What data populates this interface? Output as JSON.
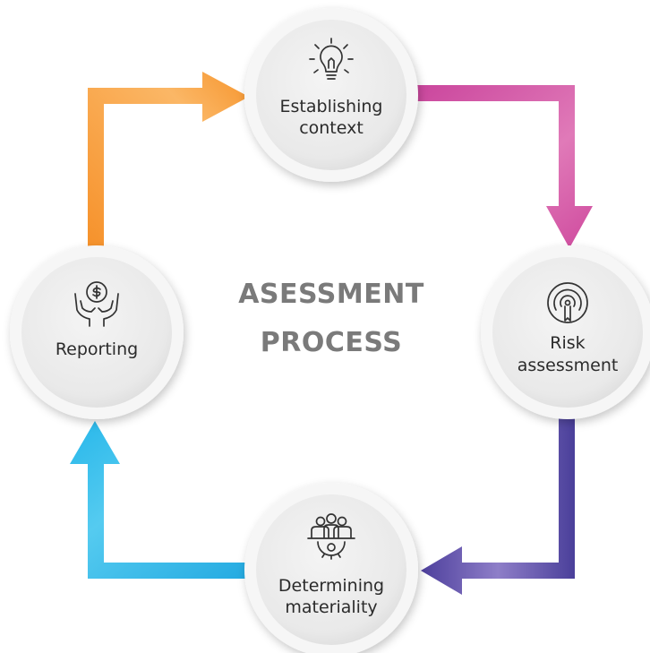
{
  "title": {
    "line1": "ASESSMENT",
    "line2": "PROCESS"
  },
  "nodes": {
    "establishing": {
      "line1": "Establishing",
      "line2": "context",
      "icon": "lightbulb-icon"
    },
    "risk": {
      "line1": "Risk",
      "line2": "assessment",
      "icon": "target-icon"
    },
    "materiality": {
      "line1": "Determining",
      "line2": "materiality",
      "icon": "team-gear-icon"
    },
    "reporting": {
      "line1": "Reporting",
      "icon": "hands-dollar-icon"
    }
  },
  "colors": {
    "top_right_arrow": "#d24a9c",
    "right_arrow": "#5a4da0",
    "bottom_left_arrow": "#2bbbe8",
    "top_left_arrow": "#f7962a",
    "title": "#7a7a7a",
    "node_fill": "#ececec"
  }
}
